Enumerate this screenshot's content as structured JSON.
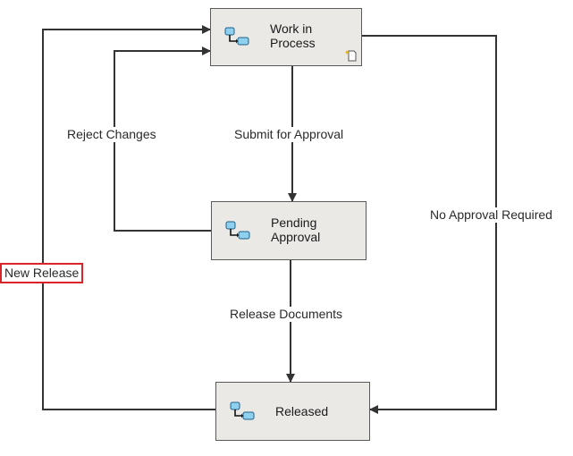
{
  "states": {
    "wip": "Work in\nProcess",
    "pending": "Pending\nApproval",
    "released": "Released"
  },
  "transitions": {
    "submit": "Submit for Approval",
    "reject": "Reject Changes",
    "no_approval": "No Approval Required",
    "release_docs": "Release Documents",
    "new_release": "New Release"
  },
  "icons": {
    "state": "workflow-state-icon",
    "initial": "new-document-icon"
  },
  "colors": {
    "state_fill": "#ebe9e6",
    "state_border": "#5a5a5a",
    "arrow": "#333333",
    "highlight": "#d9252a",
    "icon_fill": "#8fd0ee"
  }
}
